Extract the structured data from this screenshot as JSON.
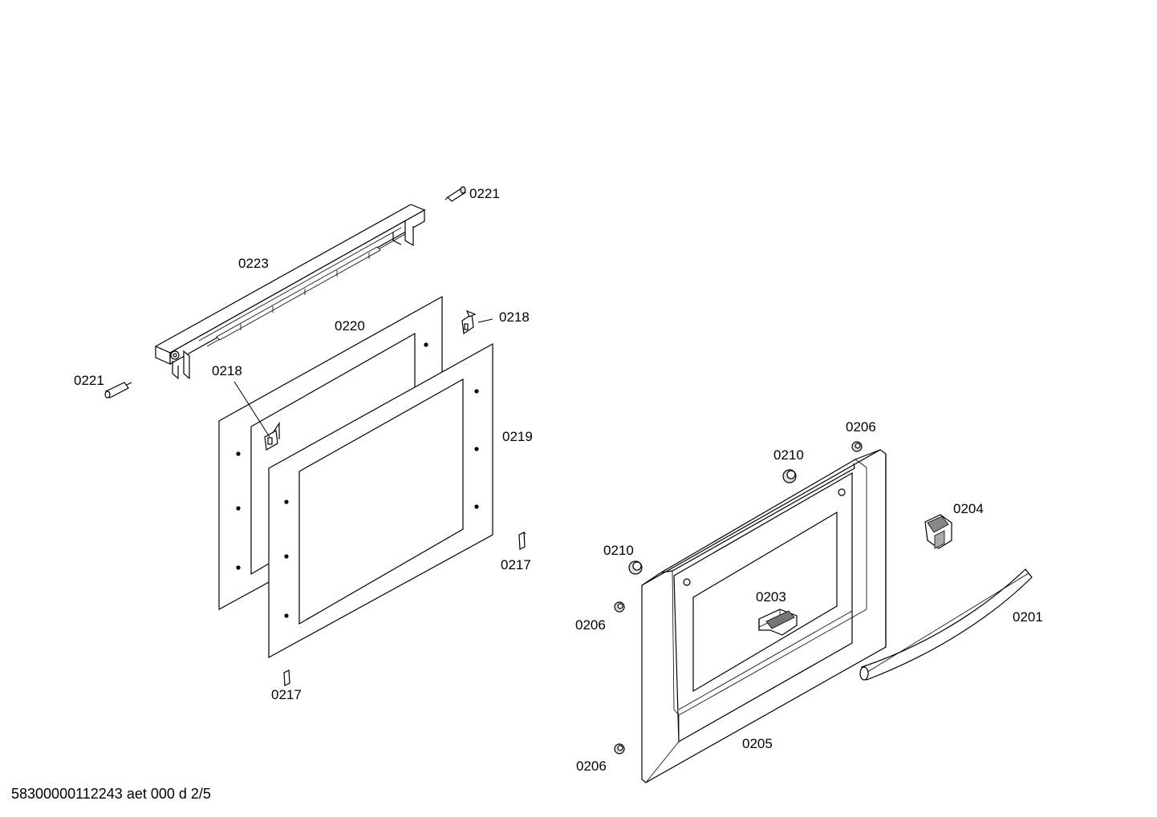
{
  "labels": {
    "p0221_top": "0221",
    "p0221_left": "0221",
    "p0223": "0223",
    "p0218_right": "0218",
    "p0218_left": "0218",
    "p0220": "0220",
    "p0219": "0219",
    "p0217_right": "0217",
    "p0217_bottom": "0217",
    "p0206_top": "0206",
    "p0210_top": "0210",
    "p0204": "0204",
    "p0210_left": "0210",
    "p0203": "0203",
    "p0206_mid": "0206",
    "p0201": "0201",
    "p0205": "0205",
    "p0206_bottom": "0206"
  },
  "footer": "58300000112243 aet 000 d 2/5"
}
